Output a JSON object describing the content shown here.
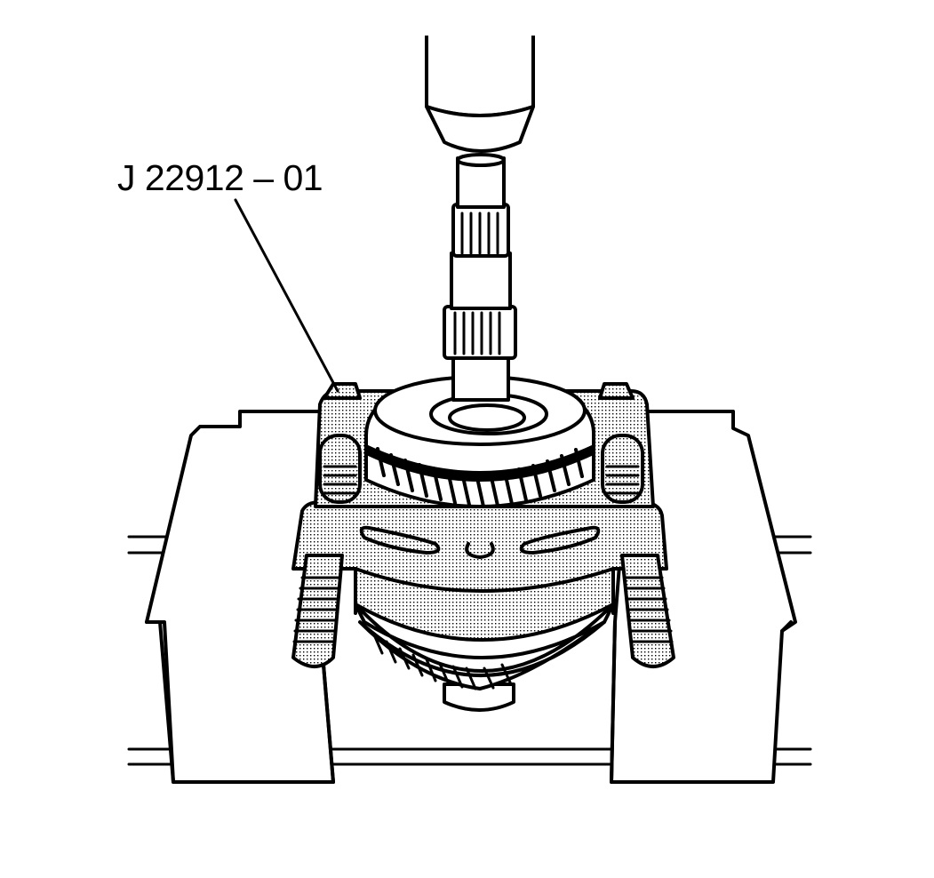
{
  "figure": {
    "type": "technical-illustration",
    "subject": "press removing gear from shaft using bearing separator held in press blocks",
    "callouts": [
      {
        "id": "tool",
        "label": "J 22912 – 01",
        "points_to": "bearing-separator"
      }
    ],
    "colors": {
      "line": "#000000",
      "background": "#ffffff",
      "shading": "stipple-dots"
    }
  }
}
